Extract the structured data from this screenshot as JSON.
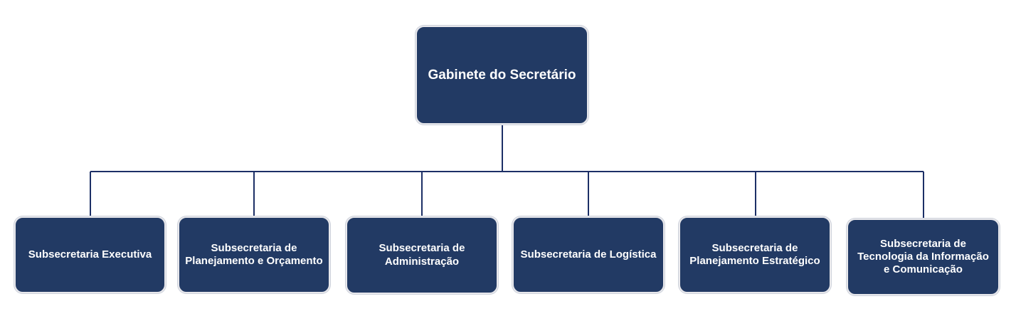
{
  "org_chart": {
    "root": {
      "label": "Gabinete do Secretário"
    },
    "children": [
      {
        "label": "Subsecretaria Executiva"
      },
      {
        "label": "Subsecretaria de\nPlanejamento e Orçamento"
      },
      {
        "label": "Subsecretaria de\nAdministração"
      },
      {
        "label": "Subsecretaria de Logística"
      },
      {
        "label": "Subsecretaria de\nPlanejamento Estratégico"
      },
      {
        "label": "Subsecretaria de\nTecnologia da Informação\ne Comunicação"
      }
    ]
  },
  "colors": {
    "box_fill": "#223a64",
    "box_text": "#ffffff",
    "connector": "#1c2f66",
    "box_border": "#e8e8ec"
  }
}
